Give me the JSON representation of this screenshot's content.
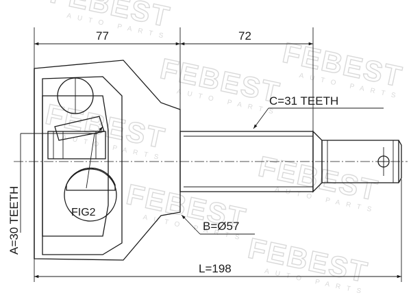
{
  "brand": {
    "watermark": "FEBEST",
    "watermark_sub": "AUTO PARTS"
  },
  "dimensions": {
    "housing_length": "77",
    "shaft_length": "72",
    "total_length": "L=198",
    "outer_diameter": "B=Ø57",
    "inner_teeth": "A=30 TEETH",
    "outer_teeth": "C=31 TEETH"
  },
  "labels": {
    "fig": "FIG2"
  }
}
